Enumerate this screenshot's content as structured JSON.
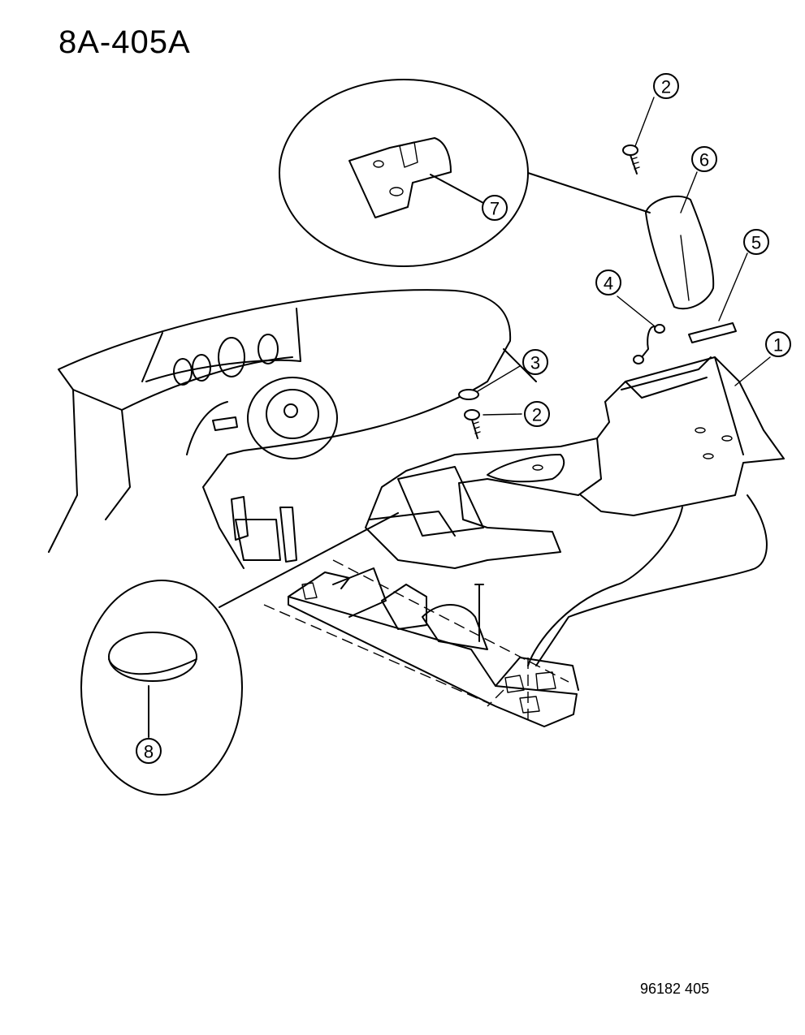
{
  "header": {
    "title": "8A-405A"
  },
  "footer": {
    "drawing_number": "96182 405"
  },
  "callouts": [
    {
      "id": "callout-1",
      "label": "1"
    },
    {
      "id": "callout-2-top",
      "label": "2"
    },
    {
      "id": "callout-2-mid",
      "label": "2"
    },
    {
      "id": "callout-3",
      "label": "3"
    },
    {
      "id": "callout-4",
      "label": "4"
    },
    {
      "id": "callout-5",
      "label": "5"
    },
    {
      "id": "callout-6",
      "label": "6"
    },
    {
      "id": "callout-7",
      "label": "7"
    },
    {
      "id": "callout-8",
      "label": "8"
    }
  ]
}
